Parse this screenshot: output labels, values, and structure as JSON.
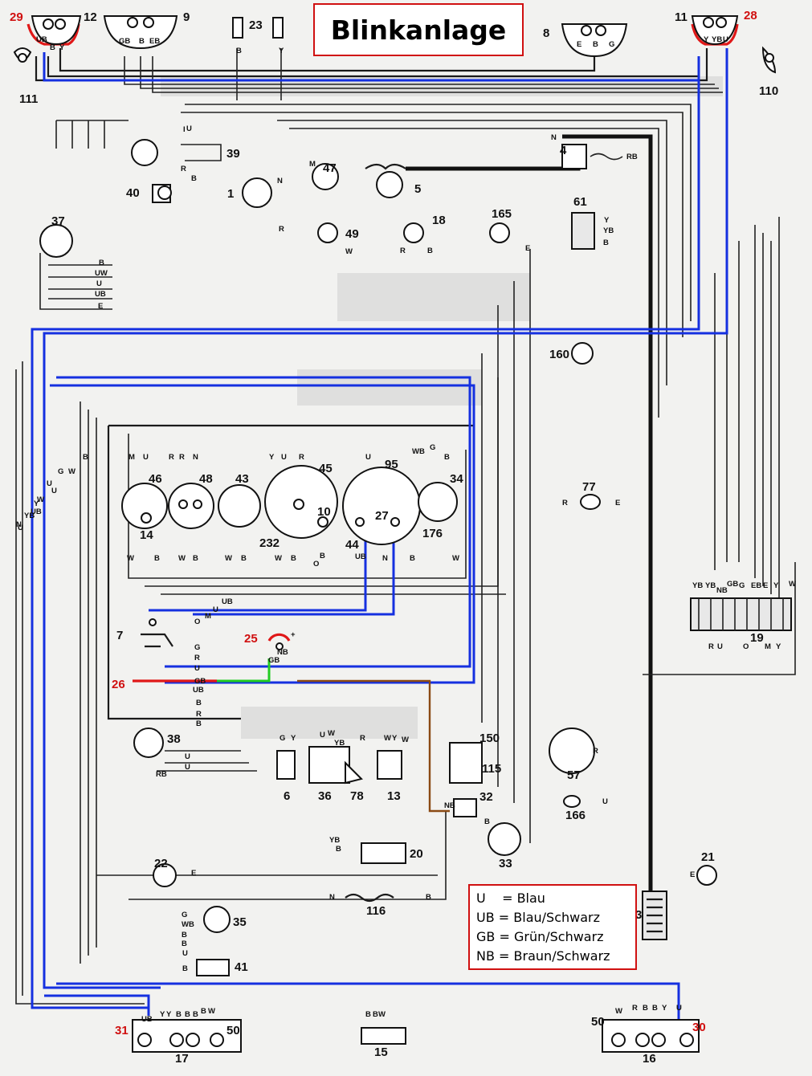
{
  "title": "Blinkanlage",
  "legend": [
    {
      "code": "U",
      "sep": "=",
      "meaning": "Blau"
    },
    {
      "code": "UB",
      "sep": "=",
      "meaning": "Blau/Schwarz"
    },
    {
      "code": "GB",
      "sep": "=",
      "meaning": "Grün/Schwarz"
    },
    {
      "code": "NB",
      "sep": "=",
      "meaning": "Braun/Schwarz"
    }
  ],
  "components": [
    {
      "id": "c29",
      "label": "29",
      "highlight": true
    },
    {
      "id": "c12",
      "label": "12",
      "highlight": false
    },
    {
      "id": "c9",
      "label": "9",
      "highlight": false
    },
    {
      "id": "c23",
      "label": "23",
      "highlight": false
    },
    {
      "id": "c8",
      "label": "8",
      "highlight": false
    },
    {
      "id": "c11",
      "label": "11",
      "highlight": false
    },
    {
      "id": "c28",
      "label": "28",
      "highlight": true
    },
    {
      "id": "c111",
      "label": "111",
      "highlight": false
    },
    {
      "id": "c110",
      "label": "110",
      "highlight": false
    },
    {
      "id": "c39",
      "label": "39",
      "highlight": false
    },
    {
      "id": "c40",
      "label": "40",
      "highlight": false
    },
    {
      "id": "c1",
      "label": "1",
      "highlight": false
    },
    {
      "id": "c47",
      "label": "47",
      "highlight": false
    },
    {
      "id": "c5",
      "label": "5",
      "highlight": false
    },
    {
      "id": "c4",
      "label": "4",
      "highlight": false
    },
    {
      "id": "c61",
      "label": "61",
      "highlight": false
    },
    {
      "id": "c37",
      "label": "37",
      "highlight": false
    },
    {
      "id": "c49",
      "label": "49",
      "highlight": false
    },
    {
      "id": "c18",
      "label": "18",
      "highlight": false
    },
    {
      "id": "c165",
      "label": "165",
      "highlight": false
    },
    {
      "id": "c160",
      "label": "160",
      "highlight": false
    },
    {
      "id": "c46",
      "label": "46",
      "highlight": false
    },
    {
      "id": "c48",
      "label": "48",
      "highlight": false
    },
    {
      "id": "c43",
      "label": "43",
      "highlight": false
    },
    {
      "id": "c45",
      "label": "45",
      "highlight": false
    },
    {
      "id": "c95",
      "label": "95",
      "highlight": false
    },
    {
      "id": "c34",
      "label": "34",
      "highlight": false
    },
    {
      "id": "c77",
      "label": "77",
      "highlight": false
    },
    {
      "id": "c14",
      "label": "14",
      "highlight": false
    },
    {
      "id": "c232",
      "label": "232",
      "highlight": false
    },
    {
      "id": "c10",
      "label": "10",
      "highlight": false
    },
    {
      "id": "c44",
      "label": "44",
      "highlight": false
    },
    {
      "id": "c27",
      "label": "27",
      "highlight": false
    },
    {
      "id": "c176",
      "label": "176",
      "highlight": false
    },
    {
      "id": "c19",
      "label": "19",
      "highlight": false
    },
    {
      "id": "c7",
      "label": "7",
      "highlight": false
    },
    {
      "id": "c25",
      "label": "25",
      "highlight": true
    },
    {
      "id": "c26",
      "label": "26",
      "highlight": true
    },
    {
      "id": "c38",
      "label": "38",
      "highlight": false
    },
    {
      "id": "c6",
      "label": "6",
      "highlight": false
    },
    {
      "id": "c36",
      "label": "36",
      "highlight": false
    },
    {
      "id": "c78",
      "label": "78",
      "highlight": false
    },
    {
      "id": "c13",
      "label": "13",
      "highlight": false
    },
    {
      "id": "c150",
      "label": "150",
      "highlight": false
    },
    {
      "id": "c115",
      "label": "115",
      "highlight": false
    },
    {
      "id": "c57",
      "label": "57",
      "highlight": false
    },
    {
      "id": "c32",
      "label": "32",
      "highlight": false
    },
    {
      "id": "c166",
      "label": "166",
      "highlight": false
    },
    {
      "id": "c33",
      "label": "33",
      "highlight": false
    },
    {
      "id": "c20",
      "label": "20",
      "highlight": false
    },
    {
      "id": "c22",
      "label": "22",
      "highlight": false
    },
    {
      "id": "c21",
      "label": "21",
      "highlight": false
    },
    {
      "id": "c116",
      "label": "116",
      "highlight": false
    },
    {
      "id": "c3",
      "label": "3",
      "highlight": false
    },
    {
      "id": "c35",
      "label": "35",
      "highlight": false
    },
    {
      "id": "c41",
      "label": "41",
      "highlight": false
    },
    {
      "id": "c31",
      "label": "31",
      "highlight": true
    },
    {
      "id": "c50a",
      "label": "50",
      "highlight": false
    },
    {
      "id": "c17",
      "label": "17",
      "highlight": false
    },
    {
      "id": "c15",
      "label": "15",
      "highlight": false
    },
    {
      "id": "c50b",
      "label": "50",
      "highlight": false
    },
    {
      "id": "c16",
      "label": "16",
      "highlight": false
    },
    {
      "id": "c30",
      "label": "30",
      "highlight": true
    }
  ],
  "wire_labels": {
    "top_left": [
      "UB",
      "B",
      "Y",
      "GB",
      "B",
      "EB",
      "B",
      "Y",
      "E",
      "B",
      "G",
      "Y",
      "YB",
      "U"
    ],
    "switch37": [
      "B",
      "UW",
      "U",
      "UB",
      "E"
    ],
    "gauges_top": [
      "M",
      "U",
      "R",
      "R",
      "N",
      "Y",
      "U",
      "R",
      "U",
      "WB",
      "G",
      "B"
    ],
    "gauges_bottom": [
      "W",
      "B",
      "W",
      "B",
      "W",
      "B",
      "W",
      "B",
      "O",
      "B",
      "UB",
      "N",
      "B",
      "W"
    ],
    "left_bus": [
      "U",
      "YB",
      "Y",
      "N",
      "U",
      "UB",
      "W",
      "U",
      "G",
      "W",
      "B"
    ],
    "connector19_top": [
      "YB",
      "YB",
      "NB",
      "GB",
      "G",
      "EB",
      "E",
      "Y",
      "W"
    ],
    "connector19_bottom": [
      "R",
      "U",
      "O",
      "M",
      "Y"
    ],
    "switch7": [
      "UB",
      "U",
      "M",
      "O",
      "G",
      "R",
      "U",
      "GB",
      "UB",
      "B",
      "R",
      "B"
    ],
    "c25_pins": [
      "GB",
      "NB",
      "+"
    ],
    "relay_row": [
      "G",
      "Y",
      "U",
      "W",
      "YB",
      "R",
      "W",
      "Y",
      "W"
    ],
    "c38": [
      "U",
      "U",
      "RB"
    ],
    "misc": [
      "N",
      "R",
      "RB",
      "Y",
      "YB",
      "B",
      "E",
      "R",
      "B",
      "N",
      "R",
      "E",
      "U",
      "NB",
      "B",
      "YB",
      "B",
      "E",
      "E",
      "N",
      "B",
      "G",
      "WB",
      "B",
      "B",
      "U",
      "B",
      "R",
      "W",
      "M",
      "R",
      "I",
      "B",
      "U"
    ],
    "bottom_left": [
      "UB",
      "Y",
      "Y",
      "B",
      "B",
      "B",
      "W",
      "B"
    ],
    "bottom_mid": [
      "B",
      "B",
      "W"
    ],
    "bottom_right": [
      "W",
      "R",
      "B",
      "B",
      "Y",
      "U"
    ]
  }
}
